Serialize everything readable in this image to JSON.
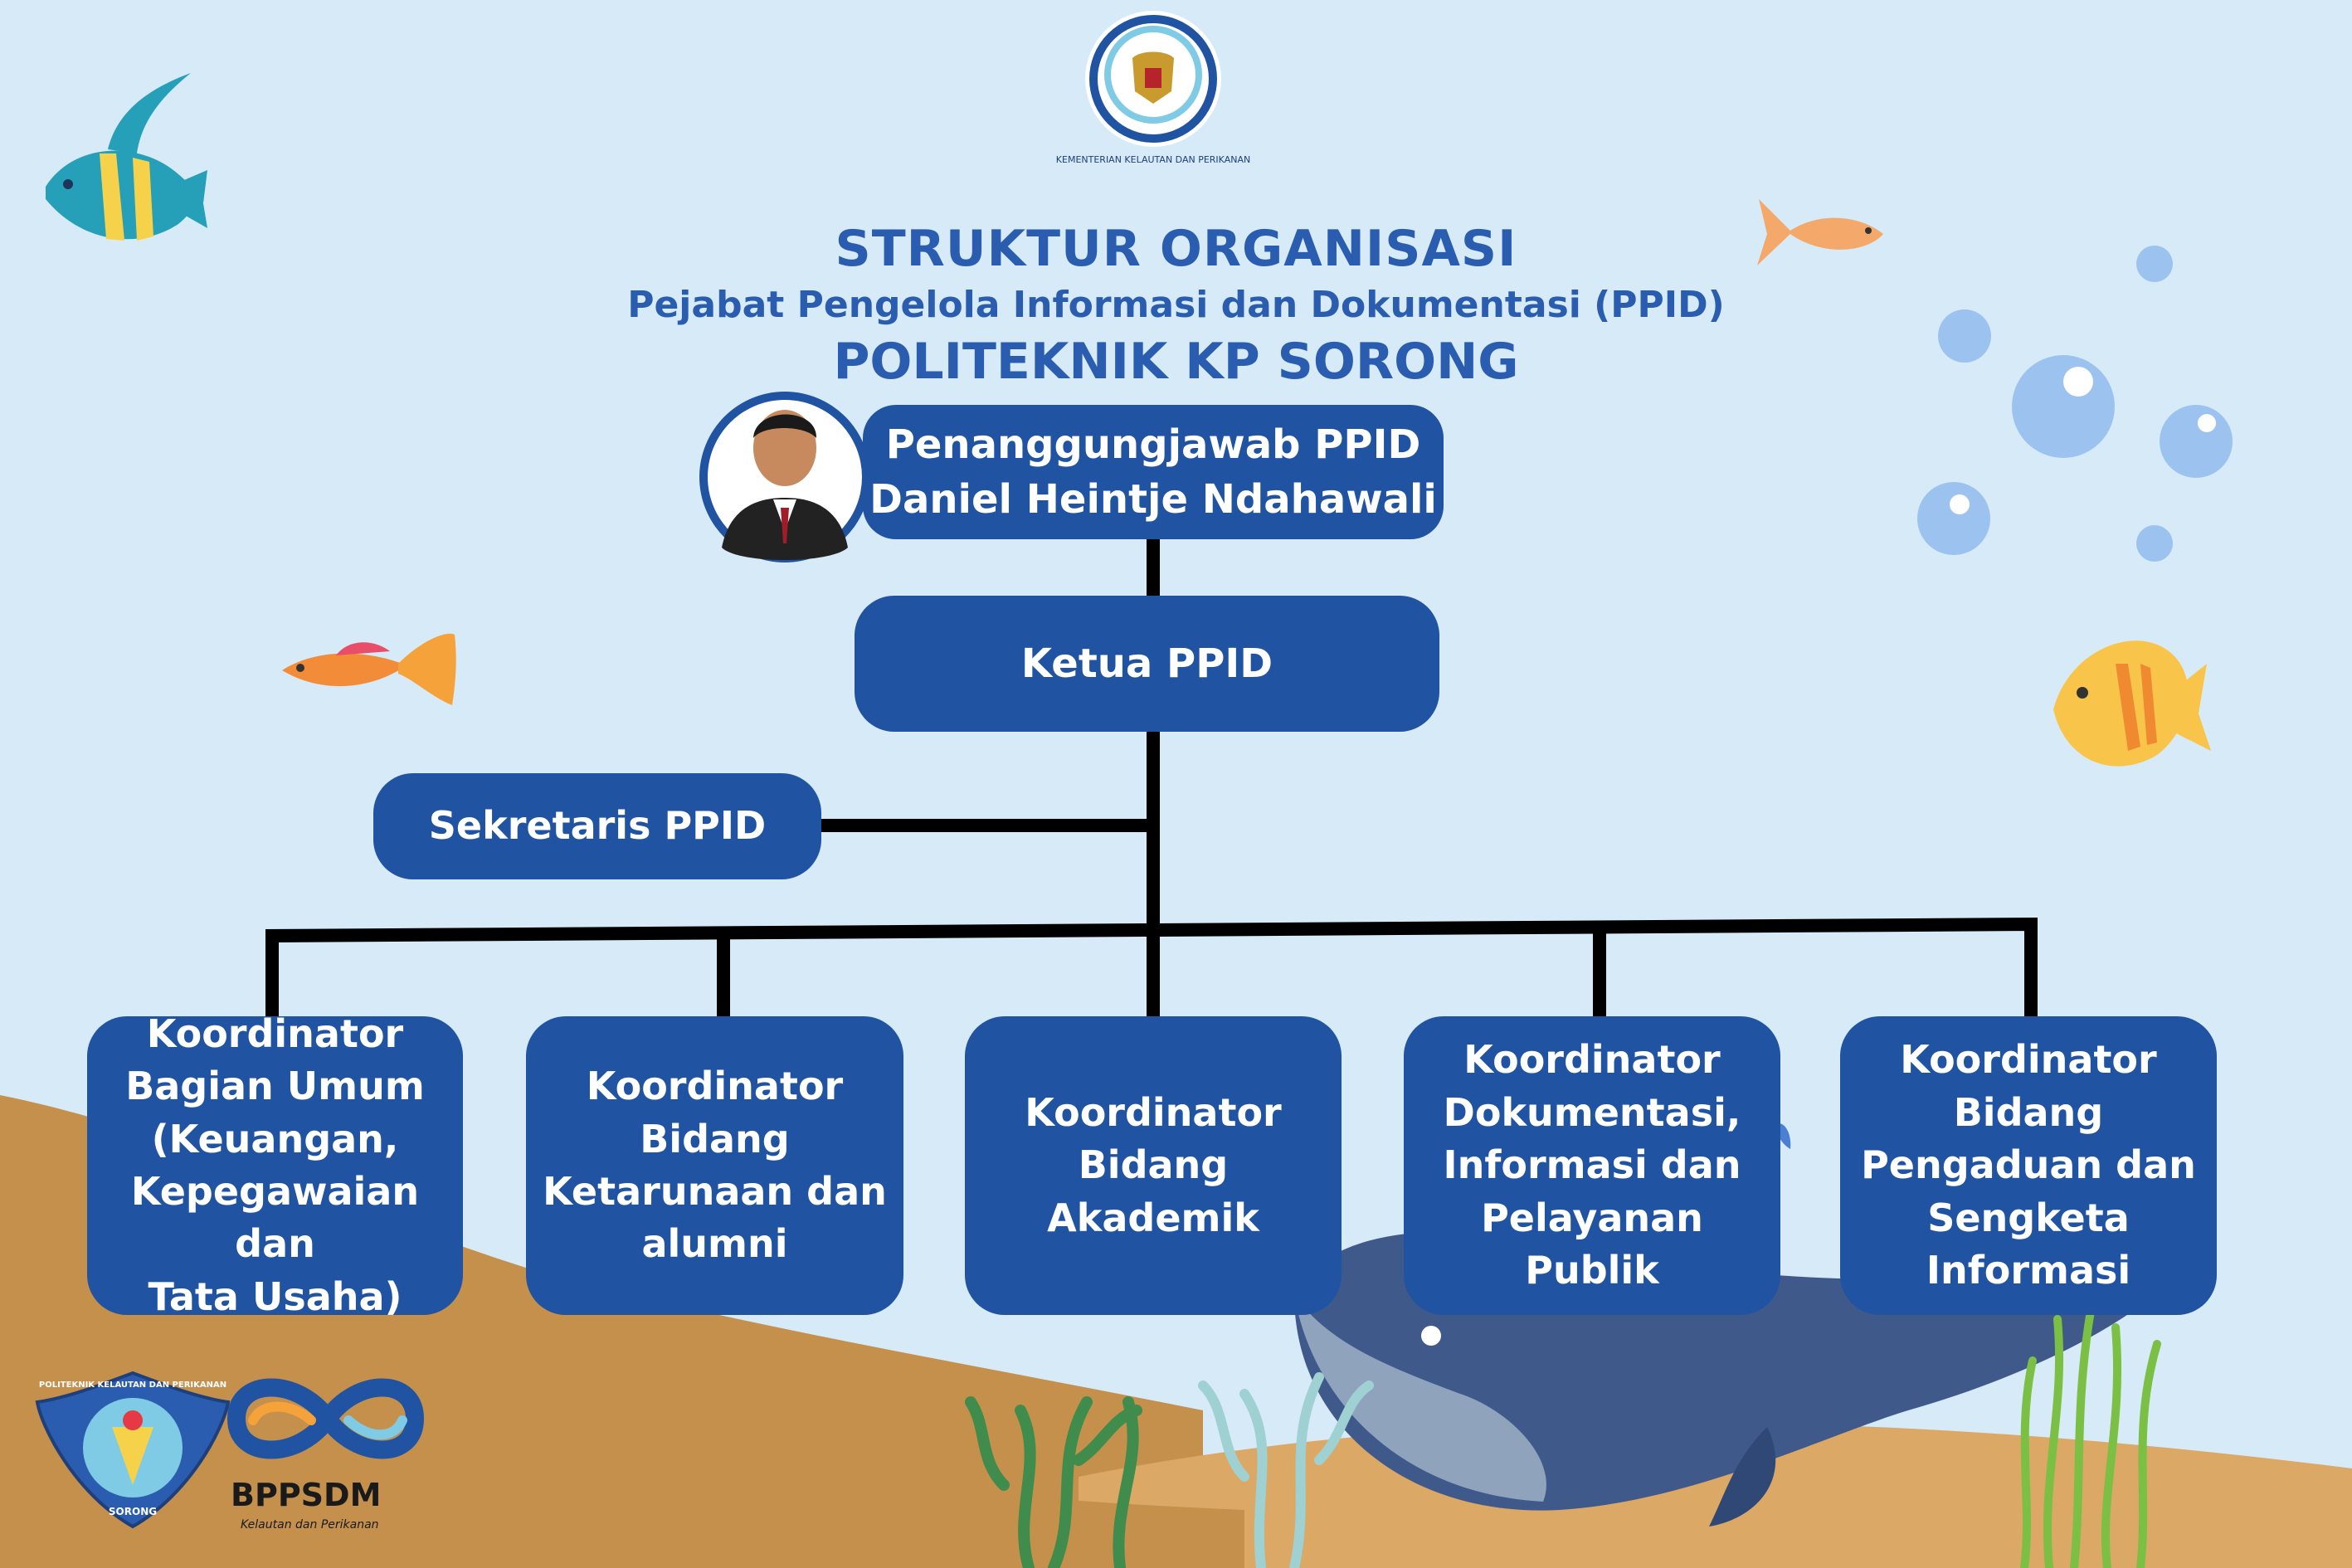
{
  "header": {
    "ministry_arc_text": "KEMENTERIAN KELAUTAN DAN PERIKANAN",
    "title": "STRUKTUR ORGANISASI",
    "subtitle": "Pejabat Pengelola Informasi dan Dokumentasi (PPID)",
    "institution": "POLITEKNIK KP SORONG"
  },
  "org": {
    "head": {
      "role": "Penanggungjawab PPID",
      "name": "Daniel Heintje Ndahawali"
    },
    "chair": {
      "role": "Ketua PPID"
    },
    "secretary": {
      "role": "Sekretaris PPID"
    },
    "coordinators": [
      {
        "lines": [
          "Koordinator",
          "Bagian Umum",
          "(Keuangan,",
          "Kepegawaian dan",
          "Tata Usaha)"
        ]
      },
      {
        "lines": [
          "Koordinator",
          "Bidang",
          "Ketarunaan dan",
          "alumni"
        ]
      },
      {
        "lines": [
          "Koordinator",
          "Bidang Akademik"
        ]
      },
      {
        "lines": [
          "Koordinator",
          "Dokumentasi,",
          "Informasi dan",
          "Pelayanan Publik"
        ]
      },
      {
        "lines": [
          "Koordinator",
          "Bidang",
          "Pengaduan dan",
          "Sengketa",
          "Informasi"
        ]
      }
    ]
  },
  "footer": {
    "poltek_logo_ring": "POLITEKNIK KELAUTAN DAN PERIKANAN",
    "poltek_logo_bottom": "SORONG",
    "bppsdm_name": "BPPSDM",
    "bppsdm_tagline": "Kelautan dan Perikanan"
  },
  "colors": {
    "background": "#d6eaf8",
    "box": "#2053a1",
    "title": "#2a5db0",
    "connector": "#000000",
    "sand": "#c9924e",
    "whale": "#3f5a8a"
  }
}
